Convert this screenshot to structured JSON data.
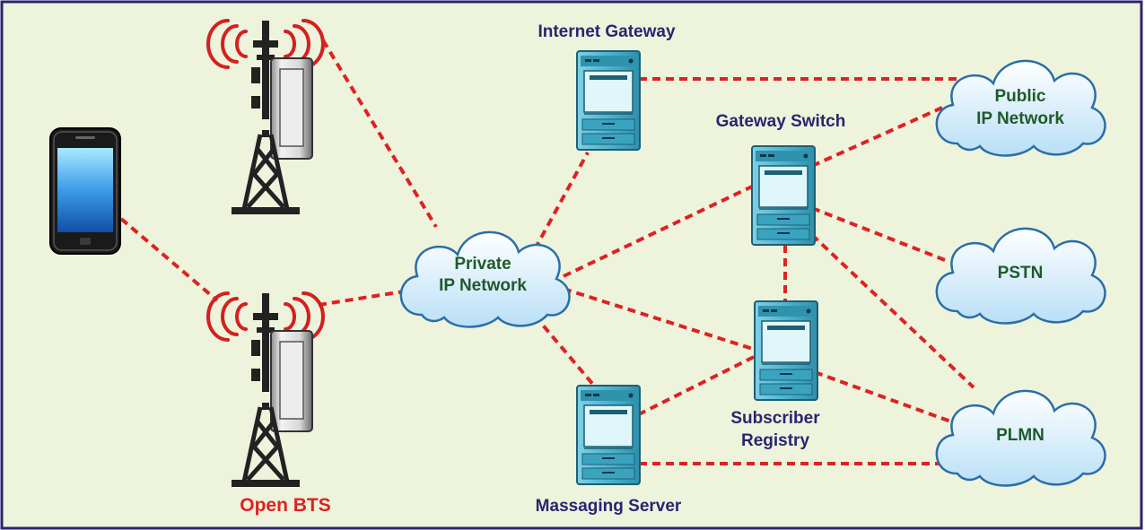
{
  "colors": {
    "background": "#eef3dc",
    "border": "#2b2470",
    "link": "#dd2222",
    "server_label": "#2b2470",
    "cloud_label": "#1f5a2c",
    "bts_label": "#dd2222",
    "server_body": "#4fb3cf",
    "cloud_fill": "#d2ecfb"
  },
  "labels": {
    "internet_gateway": "Internet Gateway",
    "gateway_switch": "Gateway Switch",
    "subscriber_registry_line1": "Subscriber",
    "subscriber_registry_line2": "Registry",
    "messaging_server": "Massaging Server",
    "open_bts": "Open BTS",
    "private_ip_line1": "Private",
    "private_ip_line2": "IP Network",
    "public_ip_line1": "Public",
    "public_ip_line2": "IP Network",
    "pstn": "PSTN",
    "plmn": "PLMN"
  },
  "nodes": [
    {
      "id": "phone",
      "icon": "smartphone-icon"
    },
    {
      "id": "bts-top",
      "icon": "radio-tower-icon"
    },
    {
      "id": "bts-bottom",
      "icon": "radio-tower-icon"
    },
    {
      "id": "private-ip",
      "icon": "cloud-icon"
    },
    {
      "id": "public-ip",
      "icon": "cloud-icon"
    },
    {
      "id": "pstn",
      "icon": "cloud-icon"
    },
    {
      "id": "plmn",
      "icon": "cloud-icon"
    },
    {
      "id": "internet-gateway",
      "icon": "server-icon"
    },
    {
      "id": "gateway-switch",
      "icon": "server-icon"
    },
    {
      "id": "subscriber-registry",
      "icon": "server-icon"
    },
    {
      "id": "messaging-server",
      "icon": "server-icon"
    }
  ],
  "links": [
    [
      "phone",
      "bts-bottom"
    ],
    [
      "bts-top",
      "private-ip"
    ],
    [
      "bts-bottom",
      "private-ip"
    ],
    [
      "private-ip",
      "internet-gateway"
    ],
    [
      "private-ip",
      "gateway-switch"
    ],
    [
      "private-ip",
      "subscriber-registry"
    ],
    [
      "private-ip",
      "messaging-server"
    ],
    [
      "internet-gateway",
      "public-ip"
    ],
    [
      "gateway-switch",
      "public-ip"
    ],
    [
      "gateway-switch",
      "pstn"
    ],
    [
      "gateway-switch",
      "plmn"
    ],
    [
      "gateway-switch",
      "subscriber-registry"
    ],
    [
      "subscriber-registry",
      "plmn"
    ],
    [
      "subscriber-registry",
      "messaging-server"
    ],
    [
      "messaging-server",
      "plmn"
    ]
  ]
}
